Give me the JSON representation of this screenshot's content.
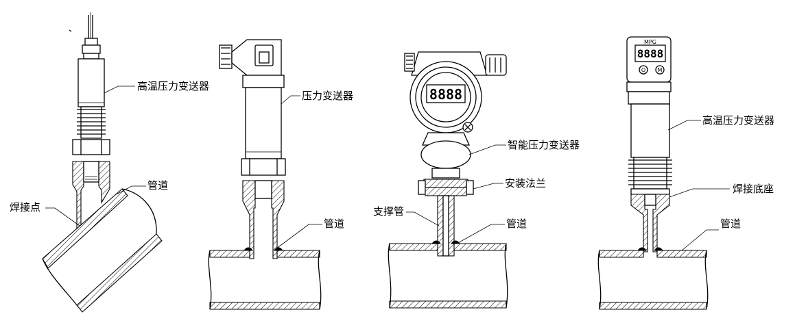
{
  "labels": {
    "fig1_transmitter": "高温压力变送器",
    "fig1_pipe": "管道",
    "fig1_weld_point": "焊接点",
    "fig2_transmitter": "压力变送器",
    "fig2_pipe": "管道",
    "fig3_transmitter": "智能压力变送器",
    "fig3_flange": "安装法兰",
    "fig3_support_tube": "支撑管",
    "fig3_pipe": "管道",
    "fig4_transmitter": "高温压力变送器",
    "fig4_weld_base": "焊接底座",
    "fig4_pipe": "管道"
  },
  "displays": {
    "fig3_lcd": "8888",
    "fig4_lcd": "8888",
    "fig4_brand": "MPG",
    "fig4_button_left": "O",
    "fig4_button_right": "M"
  },
  "colors": {
    "line": "#000000",
    "background": "#ffffff"
  }
}
